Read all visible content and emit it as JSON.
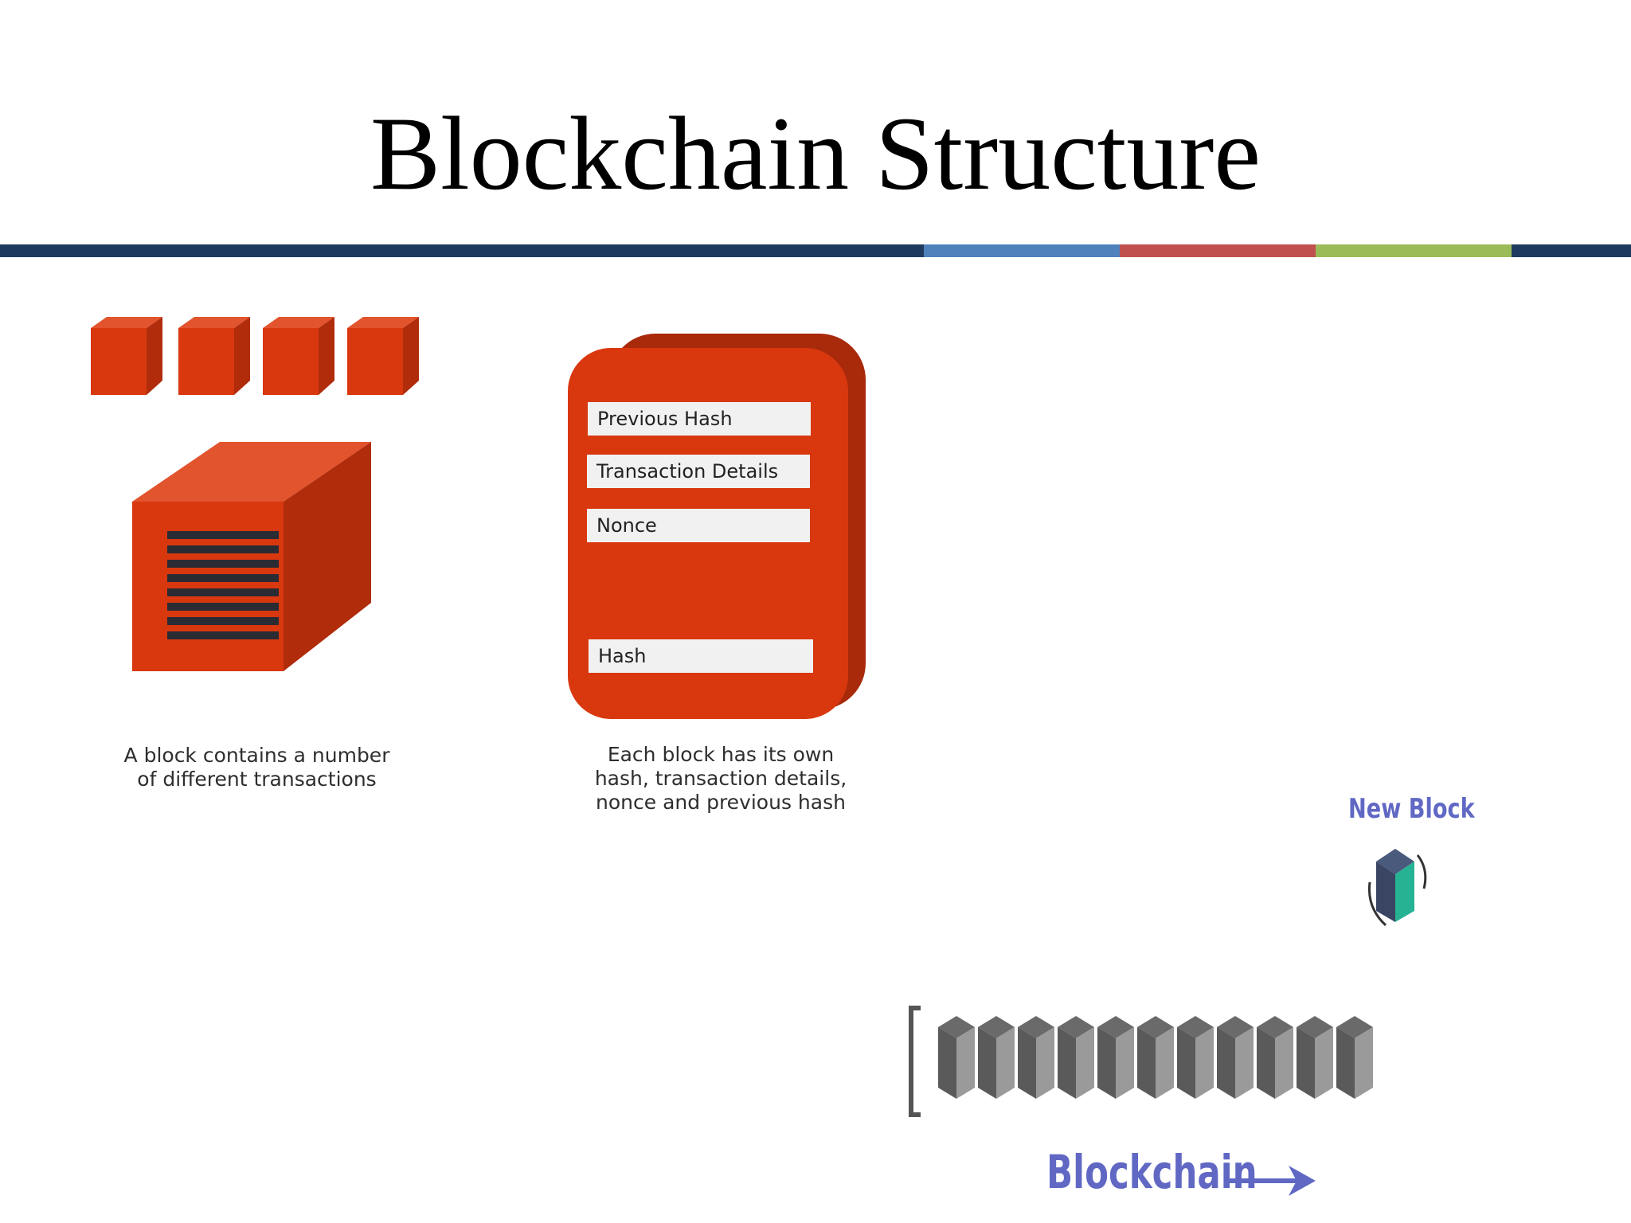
{
  "slide": {
    "title": "Blockchain Structure",
    "divider_colors": [
      "#1e3a5f",
      "#4f81bd",
      "#c0504d",
      "#9bbb59",
      "#1e3a5f"
    ]
  },
  "left_panel": {
    "caption_line1": "A block contains a number",
    "caption_line2": "of different transactions",
    "block_color": "#d9380f"
  },
  "middle_panel": {
    "fields": [
      "Previous Hash",
      "Transaction Details",
      "Nonce",
      "Hash"
    ],
    "caption_line1": "Each block has its own",
    "caption_line2": "hash, transaction details,",
    "caption_line3": "nonce and previous hash",
    "block_color": "#d9380f"
  },
  "right_panel": {
    "new_block_label": "New Block",
    "chain_label": "Blockchain",
    "label_color": "#6068c4"
  }
}
